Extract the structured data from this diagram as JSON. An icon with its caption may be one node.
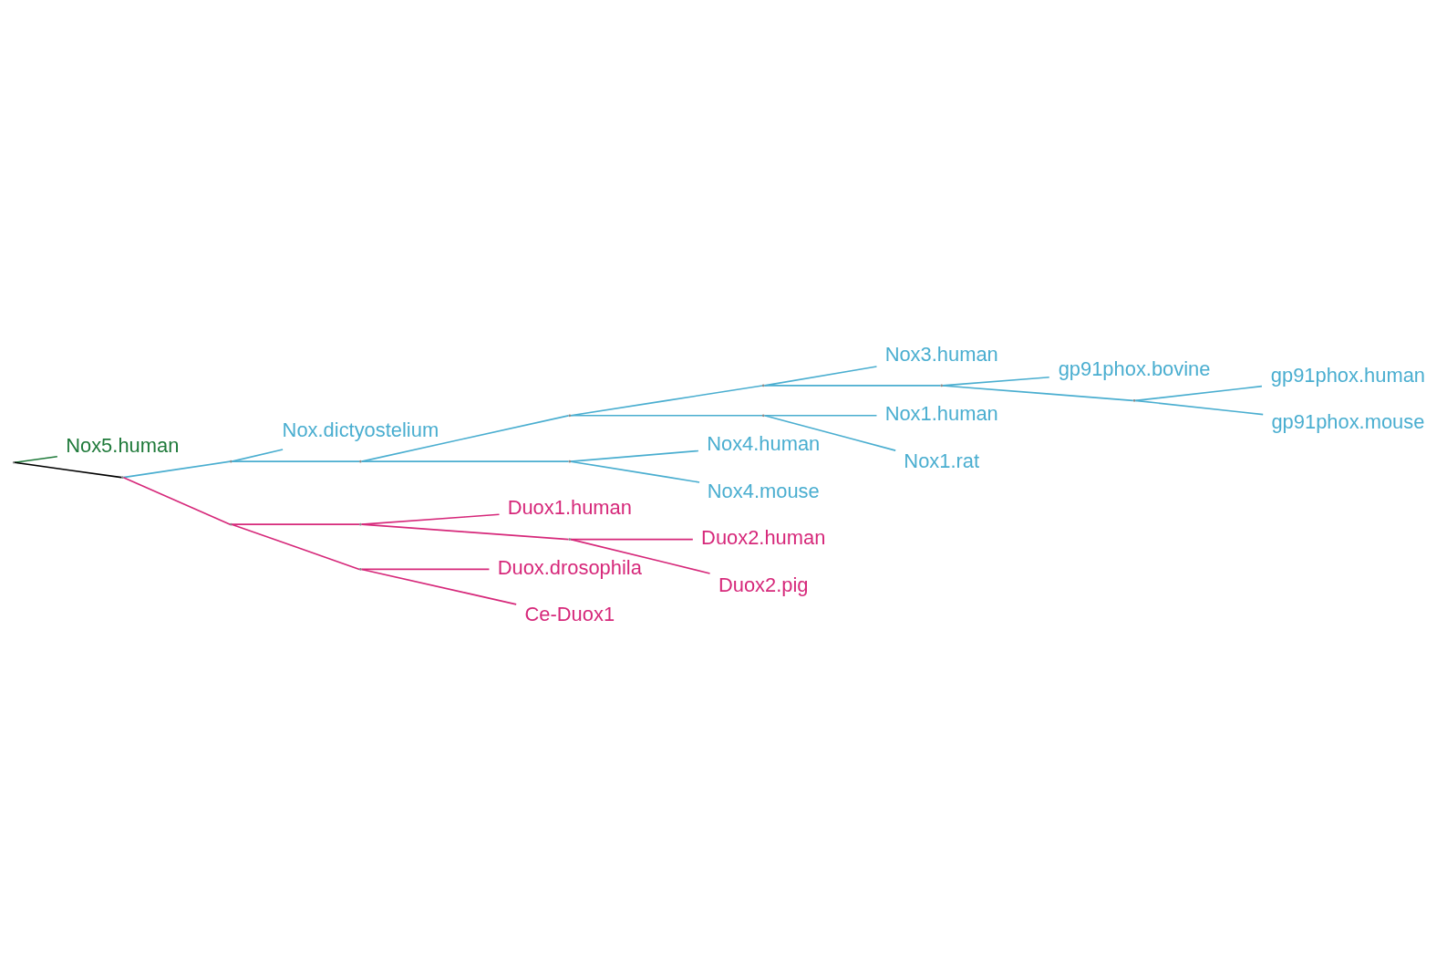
{
  "diagram": {
    "nodes": [
      {
        "text": [
          "gp91phox.human"
        ]
      },
      {
        "text": [
          "gp91phox.mouse"
        ]
      },
      {
        "text": [
          "gp91phox.bovine"
        ]
      },
      {
        "text": [
          "Nox3.human"
        ]
      },
      {
        "text": [
          "Nox1.human"
        ]
      },
      {
        "text": [
          "Nox1.rat"
        ]
      },
      {
        "text": [
          "Nox4.human"
        ]
      },
      {
        "text": [
          "Nox4.mouse"
        ]
      },
      {
        "text": [
          "Nox.dictyostelium"
        ]
      },
      {
        "text": [
          "Duox2.human"
        ]
      },
      {
        "text": [
          "Duox2.pig"
        ]
      },
      {
        "text": [
          "Duox1.human"
        ]
      },
      {
        "text": [
          "Duox.drosophila"
        ]
      },
      {
        "text": [
          "Ce-Duox1"
        ]
      },
      {
        "text": [
          "Nox5.human"
        ]
      },
      {
        "text": [],
        "shape": "point"
      },
      {
        "text": [],
        "shape": "point"
      },
      {
        "text": [],
        "shape": "point"
      },
      {
        "text": [],
        "shape": "point"
      },
      {
        "text": [],
        "shape": "point"
      },
      {
        "text": [],
        "shape": "point"
      },
      {
        "text": [],
        "shape": "point"
      },
      {
        "text": [],
        "shape": "point"
      },
      {
        "text": [],
        "shape": "point"
      },
      {
        "text": [],
        "shape": "point"
      },
      {
        "text": [],
        "shape": "point"
      },
      {
        "text": [],
        "shape": "point"
      },
      {
        "text": [],
        "shape": "point"
      },
      {
        "text": [],
        "shape": "point"
      }
    ],
    "edges": [
      {
        "from": 15,
        "to": 16,
        "arrow": "none",
        "color": "#000000"
      },
      {
        "from": 15,
        "to": 14,
        "arrow": "none",
        "color": "#1f7a3a"
      },
      {
        "from": 16,
        "to": 17,
        "arrow": "none"
      },
      {
        "from": 17,
        "to": 18,
        "arrow": "none"
      },
      {
        "from": 17,
        "to": 8,
        "arrow": "none"
      },
      {
        "from": 18,
        "to": 19,
        "arrow": "none"
      },
      {
        "from": 18,
        "to": 24,
        "arrow": "none"
      },
      {
        "from": 24,
        "to": 6,
        "arrow": "none"
      },
      {
        "from": 24,
        "to": 7,
        "arrow": "none"
      },
      {
        "from": 19,
        "to": 20,
        "arrow": "none"
      },
      {
        "from": 19,
        "to": 23,
        "arrow": "none"
      },
      {
        "from": 23,
        "to": 4,
        "arrow": "none"
      },
      {
        "from": 23,
        "to": 5,
        "arrow": "none"
      },
      {
        "from": 20,
        "to": 21,
        "arrow": "none"
      },
      {
        "from": 20,
        "to": 3,
        "arrow": "none"
      },
      {
        "from": 21,
        "to": 22,
        "arrow": "none"
      },
      {
        "from": 22,
        "to": 0,
        "arrow": "none"
      },
      {
        "from": 22,
        "to": 1,
        "arrow": "none"
      },
      {
        "from": 21,
        "to": 2,
        "arrow": "none"
      },
      {
        "from": 16,
        "to": 25,
        "arrow": "none",
        "color": "#d6287a"
      },
      {
        "from": 25,
        "to": 26,
        "arrow": "none",
        "color": "#d6287a"
      },
      {
        "from": 26,
        "to": 27,
        "arrow": "none",
        "color": "#d6287a"
      },
      {
        "from": 27,
        "to": 9,
        "arrow": "none",
        "color": "#d6287a"
      },
      {
        "from": 27,
        "to": 10,
        "arrow": "none",
        "color": "#d6287a"
      },
      {
        "from": 26,
        "to": 11,
        "arrow": "none",
        "color": "#d6287a"
      },
      {
        "from": 25,
        "to": 28,
        "arrow": "none",
        "color": "#d6287a"
      },
      {
        "from": 28,
        "to": 12,
        "arrow": "none",
        "color": "#d6287a"
      },
      {
        "from": 28,
        "to": 13,
        "arrow": "none",
        "color": "#d6287a"
      }
    ]
  }
}
